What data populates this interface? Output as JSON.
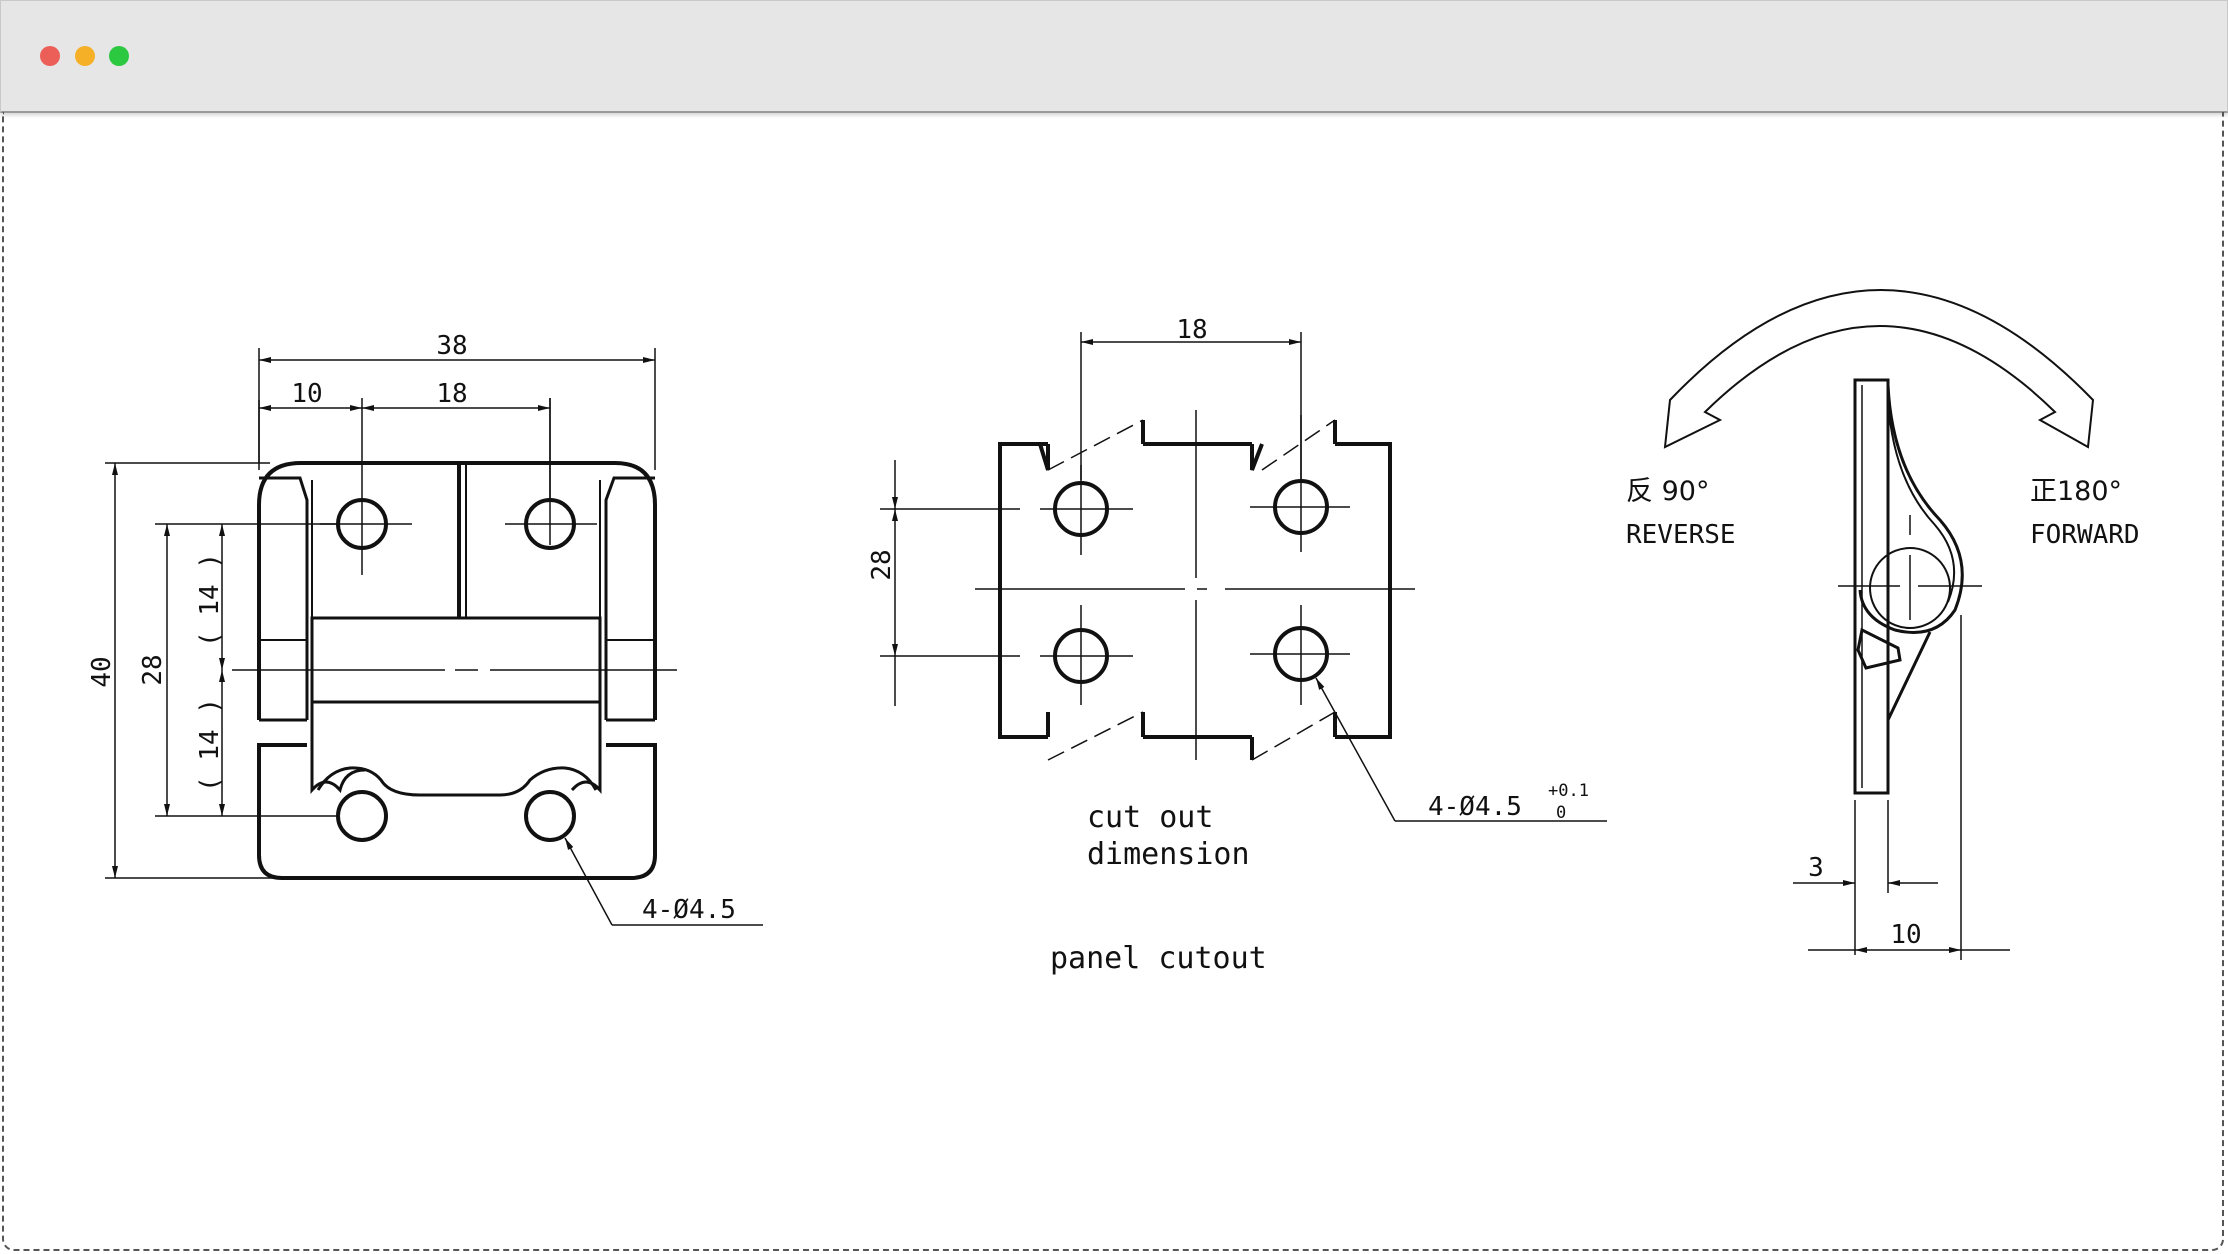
{
  "window": {
    "controls": [
      {
        "name": "close",
        "color": "#ec5f58"
      },
      {
        "name": "minimize",
        "color": "#f5b027"
      },
      {
        "name": "maximize",
        "color": "#2bc840"
      }
    ],
    "titlebar_color": "#e6e6e6"
  },
  "hinge_view": {
    "dim_overall_width": "38",
    "dim_edge_to_hole": "10",
    "dim_hole_spacing": "18",
    "dim_overall_height": "40",
    "dim_hole_vertical": "28",
    "dim_half_top": "( 14 )",
    "dim_half_bottom": "( 14 )",
    "hole_callout": "4-Ø4.5"
  },
  "cutout_view": {
    "dim_hole_spacing_h": "18",
    "dim_hole_spacing_v": "28",
    "hole_callout": "4-Ø4.5",
    "tol_upper": "+0.1",
    "tol_lower": "0",
    "label_line1": "cut out",
    "label_line2": "dimension",
    "caption": "panel cutout"
  },
  "side_view": {
    "reverse_angle": "反 90°",
    "reverse_label": "REVERSE",
    "forward_angle": "正180°",
    "forward_label": "FORWARD",
    "dim_thickness": "3",
    "dim_depth": "10"
  }
}
